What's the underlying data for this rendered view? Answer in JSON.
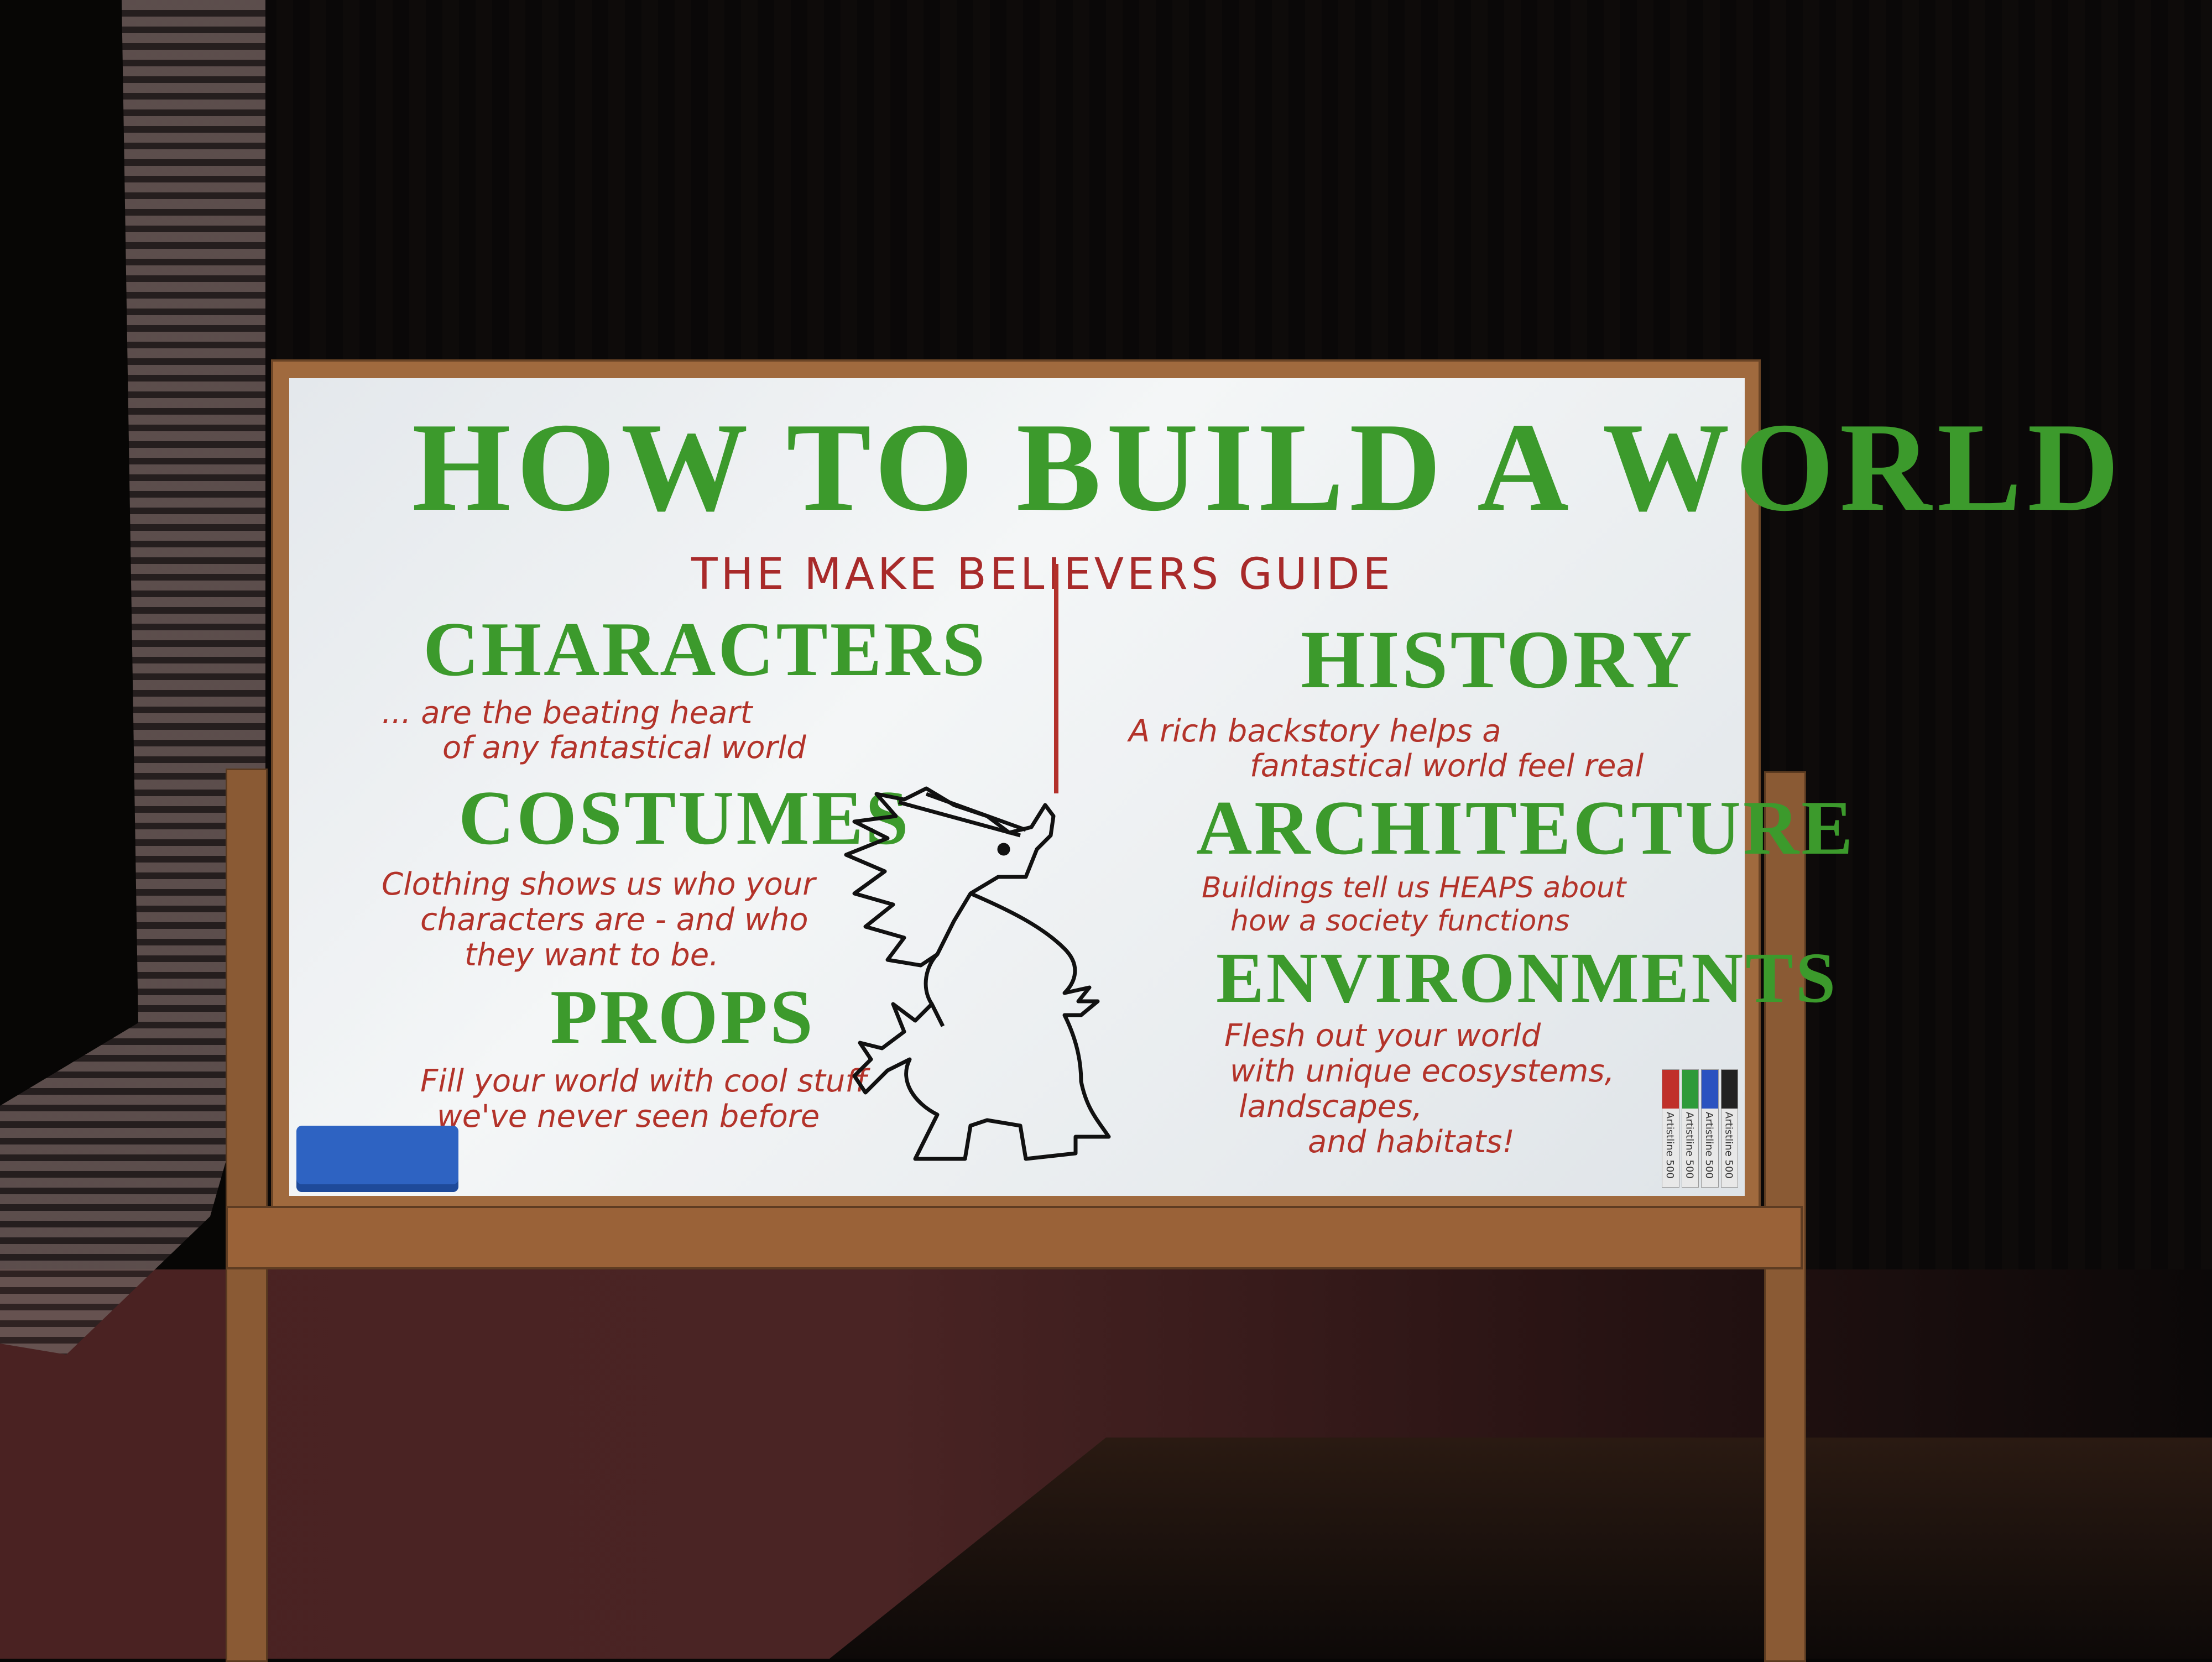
{
  "board": {
    "title": "HOW TO BUILD A WORLD",
    "subtitle": "THE MAKE BELIEVERS GUIDE",
    "sections": [
      {
        "heading": "CHARACTERS",
        "lines": [
          "... are the beating heart",
          "of any fantastical world"
        ]
      },
      {
        "heading": "COSTUMES",
        "lines": [
          "Clothing shows us who your",
          "characters are - and who",
          "they want to be."
        ]
      },
      {
        "heading": "PROPS",
        "lines": [
          "Fill your world with cool stuff",
          "we've never seen before"
        ]
      },
      {
        "heading": "HISTORY",
        "lines": [
          "A rich backstory helps a",
          "fantastical world feel real"
        ]
      },
      {
        "heading": "ARCHITECTURE",
        "lines": [
          "Buildings tell us HEAPS about",
          "how a society functions"
        ]
      },
      {
        "heading": "ENVIRONMENTS",
        "lines": [
          "Flesh out your world",
          "with unique ecosystems,",
          "landscapes,",
          "and habitats!"
        ]
      }
    ]
  },
  "markers": {
    "brand": "Artistline 500",
    "colors": [
      "#c0302a",
      "#2e9a3a",
      "#2a52c0",
      "#222222"
    ]
  },
  "colors": {
    "heading": "#3c9a2c",
    "text": "#b3332a",
    "eraser": "#2e63c2"
  }
}
